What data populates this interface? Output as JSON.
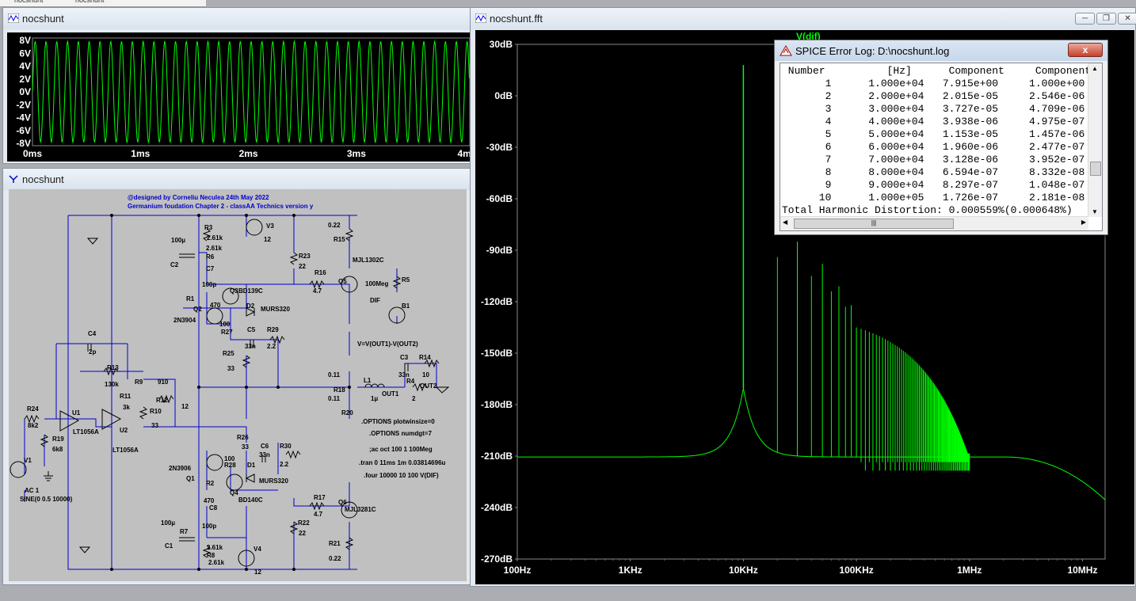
{
  "taskbar_tabs": [
    "nocshunt",
    "nocshunt"
  ],
  "transient_window": {
    "title": "nocshunt",
    "y_labels": [
      "8V",
      "6V",
      "4V",
      "2V",
      "0V",
      "-2V",
      "-4V",
      "-6V",
      "-8V"
    ],
    "x_labels": [
      "0ms",
      "1ms",
      "2ms",
      "3ms",
      "4m"
    ]
  },
  "schematic_window": {
    "title": "nocshunt",
    "header_lines": [
      "@designed by Corneliu Neculea 24th May 2022",
      "Germanium foudation Chapter 2 - classAA Technics version y"
    ],
    "directives": [
      ".OPTIONS plotwinsize=0",
      ".OPTIONS numdgt=7",
      ";ac oct 100 1 100Meg",
      ".tran 0 11ms 1m 0.03814696u",
      ".four 10000 10 100 V(DIF)"
    ],
    "expression": "V=V(OUT1)-V(OUT2)",
    "source_labels": [
      "AC 1",
      "SINE(0 0.5 10000)"
    ],
    "components": [
      {
        "text": "V3"
      },
      {
        "text": "12"
      },
      {
        "text": "0.22"
      },
      {
        "text": "R15"
      },
      {
        "text": "R3"
      },
      {
        "text": "100µ"
      },
      {
        "text": "2.61k"
      },
      {
        "text": "2.61k"
      },
      {
        "text": "R6"
      },
      {
        "text": "C2"
      },
      {
        "text": "C7"
      },
      {
        "text": "100p"
      },
      {
        "text": "R23"
      },
      {
        "text": "22"
      },
      {
        "text": "MJL1302C"
      },
      {
        "text": "R16"
      },
      {
        "text": "Q5"
      },
      {
        "text": "4.7"
      },
      {
        "text": "R5"
      },
      {
        "text": "100Meg"
      },
      {
        "text": "DIF"
      },
      {
        "text": "B1"
      },
      {
        "text": "Q3"
      },
      {
        "text": "BD139C"
      },
      {
        "text": "R1"
      },
      {
        "text": "470"
      },
      {
        "text": "Q2"
      },
      {
        "text": "D2"
      },
      {
        "text": "MURS320"
      },
      {
        "text": "2N3904"
      },
      {
        "text": "100"
      },
      {
        "text": "R27"
      },
      {
        "text": "C5"
      },
      {
        "text": "R29"
      },
      {
        "text": "33n"
      },
      {
        "text": "2.2"
      },
      {
        "text": "C4"
      },
      {
        "text": "2p"
      },
      {
        "text": "R25"
      },
      {
        "text": "33"
      },
      {
        "text": "R13"
      },
      {
        "text": "130k"
      },
      {
        "text": "R9"
      },
      {
        "text": "910"
      },
      {
        "text": "C3"
      },
      {
        "text": "R14"
      },
      {
        "text": "33n"
      },
      {
        "text": "10"
      },
      {
        "text": "0.11"
      },
      {
        "text": "L1"
      },
      {
        "text": "R18"
      },
      {
        "text": "R4"
      },
      {
        "text": "OUT2"
      },
      {
        "text": "1µ"
      },
      {
        "text": "OUT1"
      },
      {
        "text": "2"
      },
      {
        "text": "0.11"
      },
      {
        "text": "R11"
      },
      {
        "text": "3k"
      },
      {
        "text": "R12"
      },
      {
        "text": "12"
      },
      {
        "text": "R20"
      },
      {
        "text": "R24"
      },
      {
        "text": "U1"
      },
      {
        "text": "R10"
      },
      {
        "text": "8k2"
      },
      {
        "text": "33"
      },
      {
        "text": "LT1056A"
      },
      {
        "text": "U2"
      },
      {
        "text": "R19"
      },
      {
        "text": "6k8"
      },
      {
        "text": "LT1056A"
      },
      {
        "text": "V1"
      },
      {
        "text": "R26"
      },
      {
        "text": "C6"
      },
      {
        "text": "R30"
      },
      {
        "text": "33"
      },
      {
        "text": "33n"
      },
      {
        "text": "2.2"
      },
      {
        "text": "2N3906"
      },
      {
        "text": "100"
      },
      {
        "text": "R28"
      },
      {
        "text": "D1"
      },
      {
        "text": "Q1"
      },
      {
        "text": "MURS320"
      },
      {
        "text": "R2"
      },
      {
        "text": "Q4"
      },
      {
        "text": "470"
      },
      {
        "text": "BD140C"
      },
      {
        "text": "C8"
      },
      {
        "text": "R17"
      },
      {
        "text": "Q6"
      },
      {
        "text": "4.7"
      },
      {
        "text": "MJL3281C"
      },
      {
        "text": "100µ"
      },
      {
        "text": "100p"
      },
      {
        "text": "R22"
      },
      {
        "text": "22"
      },
      {
        "text": "R7"
      },
      {
        "text": "C1"
      },
      {
        "text": "2.61k"
      },
      {
        "text": "R21"
      },
      {
        "text": "V4"
      },
      {
        "text": "R8"
      },
      {
        "text": "0.22"
      },
      {
        "text": "2.61k"
      },
      {
        "text": "12"
      }
    ]
  },
  "fft_window": {
    "title": "nocshunt.fft",
    "trace_label": "V(dif)",
    "y_labels": [
      "30dB",
      "0dB",
      "-30dB",
      "-60dB",
      "-90dB",
      "-120dB",
      "-150dB",
      "-180dB",
      "-210dB",
      "-240dB",
      "-270dB"
    ],
    "x_labels": [
      "100Hz",
      "1KHz",
      "10KHz",
      "100KHz",
      "1MHz",
      "10MHz"
    ],
    "trace_color": "#00ff00"
  },
  "log_window": {
    "title": "SPICE Error Log: D:\\nocshunt.log",
    "close_label": "x",
    "headers": [
      "Number",
      "[Hz]",
      "Component",
      "Component"
    ],
    "rows": [
      [
        "1",
        "1.000e+04",
        "7.915e+00",
        "1.000e+00"
      ],
      [
        "2",
        "2.000e+04",
        "2.015e-05",
        "2.546e-06"
      ],
      [
        "3",
        "3.000e+04",
        "3.727e-05",
        "4.709e-06"
      ],
      [
        "4",
        "4.000e+04",
        "3.938e-06",
        "4.975e-07"
      ],
      [
        "5",
        "5.000e+04",
        "1.153e-05",
        "1.457e-06"
      ],
      [
        "6",
        "6.000e+04",
        "1.960e-06",
        "2.477e-07"
      ],
      [
        "7",
        "7.000e+04",
        "3.128e-06",
        "3.952e-07"
      ],
      [
        "8",
        "8.000e+04",
        "6.594e-07",
        "8.332e-08"
      ],
      [
        "9",
        "9.000e+04",
        "8.297e-07",
        "1.048e-07"
      ],
      [
        "10",
        "1.000e+05",
        "1.726e-07",
        "2.181e-08"
      ]
    ],
    "thd_line": "Total Harmonic Distortion: 0.000559%(0.000648%)"
  }
}
